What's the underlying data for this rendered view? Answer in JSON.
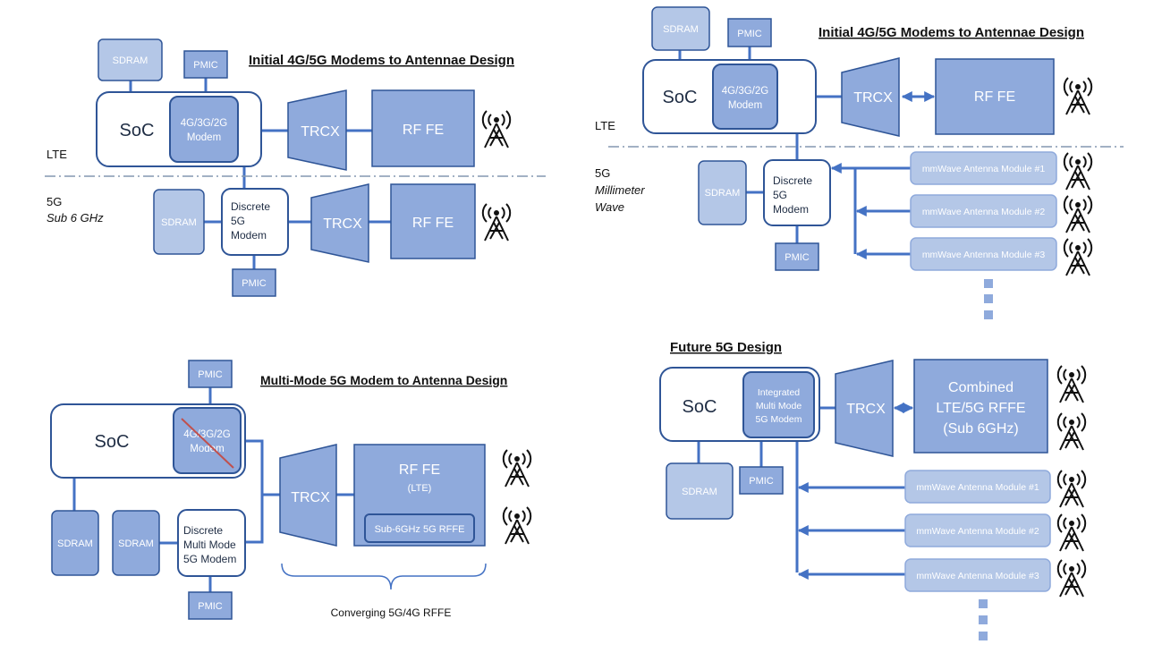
{
  "colors": {
    "block": "#8faadc",
    "block_light": "#b4c7e7",
    "border": "#2f5597",
    "line": "#4472c4",
    "divider": "#8497b0",
    "text_dark": "#1f2d44",
    "title": "#111111",
    "strike": "#c0504d"
  },
  "labels": {
    "sdram": "SDRAM",
    "pmic": "PMIC",
    "soc": "SoC",
    "legacy_modem": "4G/3G/2G Modem",
    "discrete_modem": "Discrete 5G Modem",
    "trcx": "TRCX",
    "rffe": "RF FE",
    "lte": "LTE",
    "g5": "5G",
    "sub6": "Sub 6 GHz",
    "mmwave": "Millimeter Wave",
    "mm1": "mmWave Antenna Module #1",
    "mm2": "mmWave Antenna Module #2",
    "mm3": "mmWave Antenna Module #3",
    "antenna_icon": "antenna-tower-icon"
  },
  "panels": {
    "top_left": {
      "title": "Initial 4G/5G Modems to Antennae Design"
    },
    "top_right": {
      "title": "Initial 4G/5G Modems to Antennae Design"
    },
    "bottom_left": {
      "title": "Multi-Mode 5G Modem to Antenna Design",
      "rffe_sub": "(LTE)",
      "sub6_rffe": "Sub-6GHz 5G RFFE",
      "discrete_mm_modem": "Discrete Multi Mode 5G Modem",
      "brace_caption": "Converging 5G/4G RFFE"
    },
    "bottom_right": {
      "title": "Future 5G Design",
      "integrated_modem": "Integrated Multi Mode 5G Modem",
      "combined_rffe": "Combined LTE/5G RFFE (Sub 6GHz)"
    }
  }
}
